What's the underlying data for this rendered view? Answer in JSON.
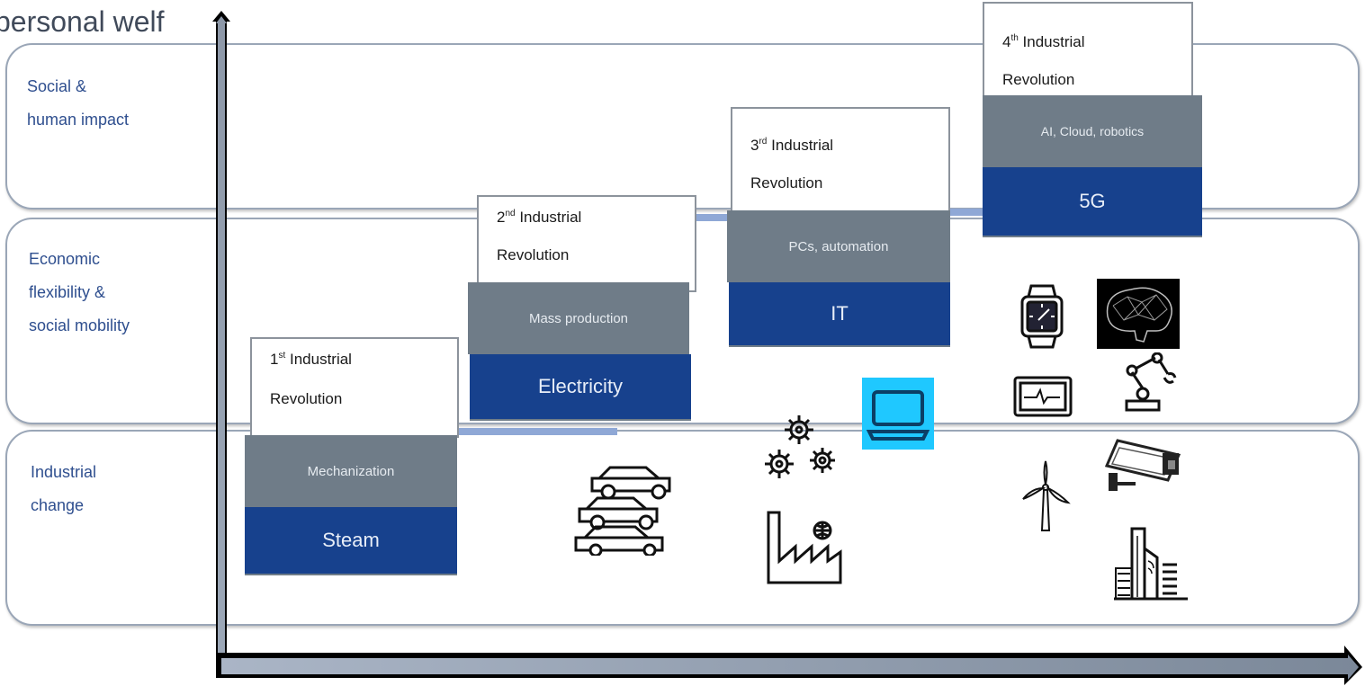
{
  "y_axis_label": "personal welf",
  "bands": [
    {
      "id": "social",
      "lines": [
        "Social &",
        "human impact"
      ]
    },
    {
      "id": "economic",
      "lines": [
        "Economic",
        "flexibility &",
        "social mobility"
      ]
    },
    {
      "id": "industrial",
      "lines": [
        "Industrial",
        "change"
      ]
    }
  ],
  "revolutions": [
    {
      "ordinal": "1",
      "suffix": "st",
      "title_rest": "Industrial",
      "title_line2": "Revolution",
      "theme": "Mechanization",
      "tech": "Steam"
    },
    {
      "ordinal": "2",
      "suffix": "nd",
      "title_rest": "Industrial",
      "title_line2": "Revolution",
      "theme": "Mass production",
      "tech": "Electricity"
    },
    {
      "ordinal": "3",
      "suffix": "rd",
      "title_rest": "Industrial",
      "title_line2": "Revolution",
      "theme": "PCs, automation",
      "tech": "IT"
    },
    {
      "ordinal": "4",
      "suffix": "th",
      "title_rest": "Industrial",
      "title_line2": "Revolution",
      "theme": "AI, Cloud, robotics",
      "tech": "5G"
    }
  ],
  "colors": {
    "tech_blue": "#17418d",
    "theme_gray": "#6f7c88",
    "band_border": "#9aa6b7",
    "label_blue": "#2f4f8f"
  },
  "icons": [
    "cars-stack-icon",
    "gears-icon",
    "factory-globe-icon",
    "laptop-icon",
    "smartwatch-icon",
    "brain-network-icon",
    "heart-monitor-icon",
    "robot-arm-icon",
    "wind-turbine-icon",
    "cctv-camera-icon",
    "smart-buildings-icon"
  ]
}
